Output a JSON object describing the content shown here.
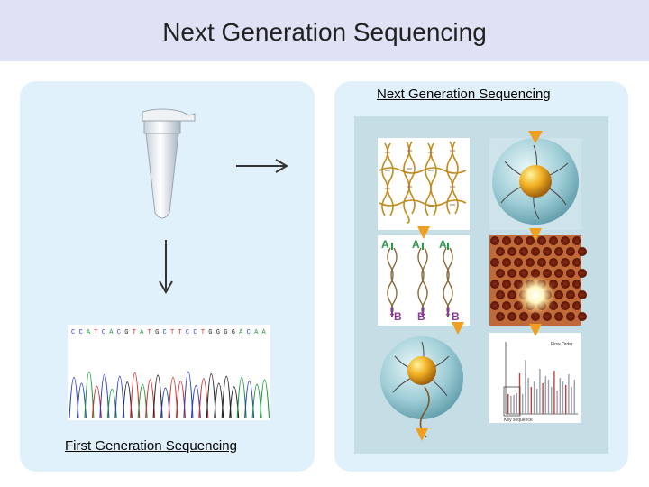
{
  "header": {
    "title": "Next Generation Sequencing"
  },
  "left_panel": {
    "caption": "First Generation Sequencing",
    "sequence": "CCATCACGTATGCTTCCTGGGGACAA",
    "colors": {
      "A": "#1a9a3a",
      "C": "#2a3fbf",
      "G": "#222222",
      "T": "#d42a2a"
    }
  },
  "right_panel": {
    "caption": "Next Generation Sequencing",
    "adapter_labels": [
      "A",
      "A",
      "A"
    ],
    "adapter_labels_bottom": [
      "B",
      "B",
      "B"
    ],
    "plot_title": "Flow Order",
    "plot_footer": "Key sequence"
  },
  "accent": {
    "orange": "#f0a020",
    "panel": "#e1f1fb",
    "title_bar": "#dfe2f4"
  }
}
